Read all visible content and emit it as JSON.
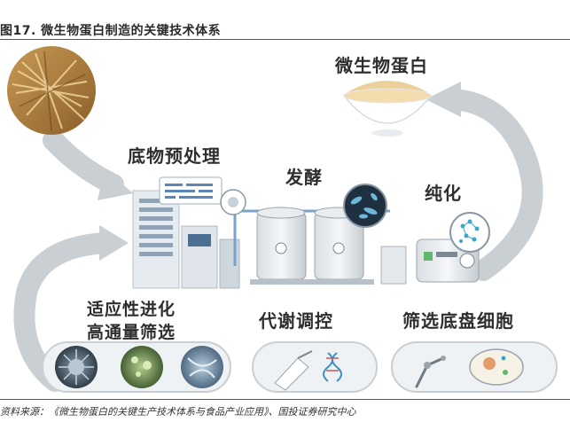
{
  "figure": {
    "title": "图17. 微生物蛋白制造的关键技术体系",
    "source": "资料来源：《微生物蛋白的关键生产技术体系与食品产业应用》、国投证券研究中心"
  },
  "stages": {
    "product": "微生物蛋白",
    "pretreatment": "底物预处理",
    "fermentation": "发酵",
    "purification": "纯化",
    "adaptive_line1": "适应性进化",
    "adaptive_line2": "高通量筛选",
    "metabolic": "代谢调控",
    "chassis": "筛选底盘细胞"
  },
  "colors": {
    "arrow": "#c9cfd3",
    "banner_bg": "#eef2f4",
    "label": "#2e2e2e"
  }
}
